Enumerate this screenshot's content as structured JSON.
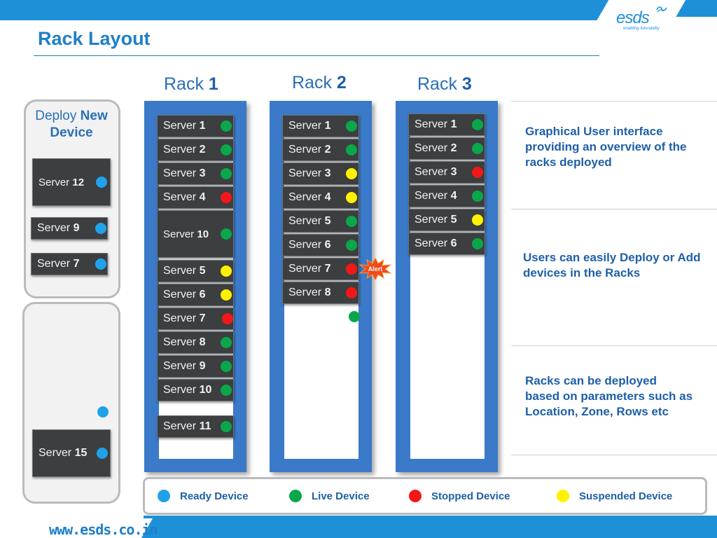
{
  "header": {
    "logo": "esds",
    "tagline": "enabling futurability",
    "title": "Rack Layout"
  },
  "racks": [
    {
      "label": "Rack",
      "number": "1",
      "servers": [
        {
          "name": "Server",
          "num": "1",
          "status": "live"
        },
        {
          "name": "Server",
          "num": "2",
          "status": "live"
        },
        {
          "name": "Server",
          "num": "3",
          "status": "live"
        },
        {
          "name": "Server",
          "num": "4",
          "status": "stopped"
        },
        {
          "name": "Server",
          "num": "10",
          "status": "live"
        },
        {
          "name": "Server",
          "num": "5",
          "status": "suspended"
        },
        {
          "name": "Server",
          "num": "6",
          "status": "suspended"
        },
        {
          "name": "Server",
          "num": "7",
          "status": "stopped"
        },
        {
          "name": "Server",
          "num": "8",
          "status": "live"
        },
        {
          "name": "Server",
          "num": "9",
          "status": "live"
        },
        {
          "name": "Server",
          "num": "10",
          "status": "live"
        },
        {
          "name": "Server",
          "num": "11",
          "status": "live"
        }
      ]
    },
    {
      "label": "Rack",
      "number": "2",
      "servers": [
        {
          "name": "Server",
          "num": "1",
          "status": "live"
        },
        {
          "name": "Server",
          "num": "2",
          "status": "live"
        },
        {
          "name": "Server",
          "num": "3",
          "status": "suspended"
        },
        {
          "name": "Server",
          "num": "4",
          "status": "suspended"
        },
        {
          "name": "Server",
          "num": "5",
          "status": "live"
        },
        {
          "name": "Server",
          "num": "6",
          "status": "live"
        },
        {
          "name": "Server",
          "num": "7",
          "status": "stopped"
        },
        {
          "name": "Server",
          "num": "8",
          "status": "stopped"
        }
      ],
      "alert": "Alert"
    },
    {
      "label": "Rack",
      "number": "3",
      "servers": [
        {
          "name": "Server",
          "num": "1",
          "status": "live"
        },
        {
          "name": "Server",
          "num": "2",
          "status": "live"
        },
        {
          "name": "Server",
          "num": "3",
          "status": "stopped"
        },
        {
          "name": "Server",
          "num": "4",
          "status": "live"
        },
        {
          "name": "Server",
          "num": "5",
          "status": "suspended"
        },
        {
          "name": "Server",
          "num": "6",
          "status": "live"
        }
      ]
    }
  ],
  "deploy": {
    "title_plain": "Deploy",
    "title_bold": "New Device",
    "servers": [
      {
        "name": "Server",
        "num": "12",
        "status": "ready"
      },
      {
        "name": "Server",
        "num": "9",
        "status": "ready"
      },
      {
        "name": "Server",
        "num": "7",
        "status": "ready"
      }
    ],
    "lower_server": {
      "name": "Server",
      "num": "15",
      "status": "ready"
    }
  },
  "info": [
    "Graphical User interface providing an overview of the racks deployed",
    "Users can easily Deploy or Add devices in the Racks",
    "Racks can be deployed based on parameters such as Location, Zone, Rows etc"
  ],
  "legend": [
    {
      "label": "Ready Device",
      "status": "ready"
    },
    {
      "label": "Live Device",
      "status": "live"
    },
    {
      "label": "Stopped Device",
      "status": "stopped"
    },
    {
      "label": "Suspended Device",
      "status": "suspended"
    }
  ],
  "footer": {
    "url": "www.esds.co.in"
  },
  "colors": {
    "ready": "#1fa2ea",
    "live": "#0aa74a",
    "stopped": "#f21818",
    "suspended": "#fff200",
    "brand": "#1e90d8"
  }
}
